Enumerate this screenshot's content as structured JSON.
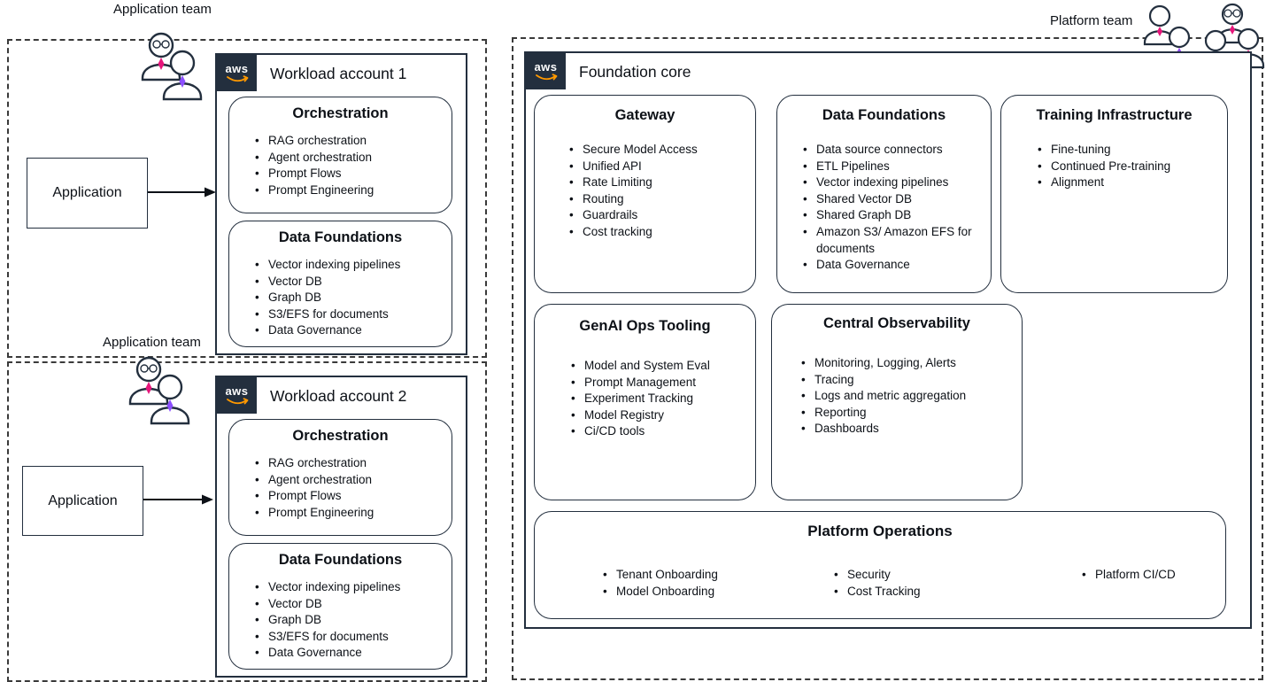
{
  "colors": {
    "border": "#232f3e",
    "dashed_border": "#3a3a3a",
    "aws_smile_orange": "#ff9900",
    "accent_pink": "#e7157b",
    "accent_purple": "#8c4fff",
    "background": "#ffffff"
  },
  "icons": {
    "aws_logo": "aws-logo",
    "application_team": "two-people-icon",
    "platform_team": "people-group-icon",
    "flow_arrow": "right-arrow"
  },
  "labels": {
    "application_team_top": "Application team",
    "application_team_bottom": "Application team",
    "platform_team": "Platform team",
    "aws": "aws",
    "application_1": "Application",
    "application_2": "Application"
  },
  "workload_account_1": {
    "title": "Workload account 1",
    "orchestration": {
      "title": "Orchestration",
      "items": [
        "RAG orchestration",
        "Agent orchestration",
        "Prompt Flows",
        "Prompt Engineering"
      ]
    },
    "data_foundations": {
      "title": "Data Foundations",
      "items": [
        "Vector indexing pipelines",
        "Vector DB",
        "Graph DB",
        "S3/EFS for documents",
        "Data Governance"
      ]
    }
  },
  "workload_account_2": {
    "title": "Workload account 2",
    "orchestration": {
      "title": "Orchestration",
      "items": [
        "RAG orchestration",
        "Agent orchestration",
        "Prompt Flows",
        "Prompt Engineering"
      ]
    },
    "data_foundations": {
      "title": "Data Foundations",
      "items": [
        "Vector indexing pipelines",
        "Vector DB",
        "Graph DB",
        "S3/EFS for documents",
        "Data Governance"
      ]
    }
  },
  "foundation_core": {
    "title": "Foundation core",
    "gateway": {
      "title": "Gateway",
      "items": [
        "Secure Model Access",
        "Unified API",
        "Rate Limiting",
        "Routing",
        "Guardrails",
        "Cost tracking"
      ]
    },
    "data_foundations": {
      "title": "Data Foundations",
      "items": [
        "Data source connectors",
        "ETL Pipelines",
        "Vector indexing pipelines",
        "Shared Vector DB",
        "Shared Graph DB",
        "Amazon S3/ Amazon EFS for documents",
        "Data Governance"
      ]
    },
    "training_infrastructure": {
      "title": "Training Infrastructure",
      "items": [
        "Fine-tuning",
        "Continued Pre-training",
        "Alignment"
      ]
    },
    "genai_ops_tooling": {
      "title": "GenAI Ops Tooling",
      "items": [
        "Model and System Eval",
        "Prompt Management",
        "Experiment Tracking",
        "Model Registry",
        "Ci/CD tools"
      ]
    },
    "central_observability": {
      "title": "Central Observability",
      "items": [
        "Monitoring, Logging, Alerts",
        "Tracing",
        "Logs and metric aggregation",
        "Reporting",
        "Dashboards"
      ]
    },
    "platform_operations": {
      "title": "Platform Operations",
      "columns": [
        [
          "Tenant Onboarding",
          "Model Onboarding"
        ],
        [
          "Security",
          "Cost Tracking"
        ],
        [
          "Platform CI/CD"
        ]
      ]
    }
  }
}
